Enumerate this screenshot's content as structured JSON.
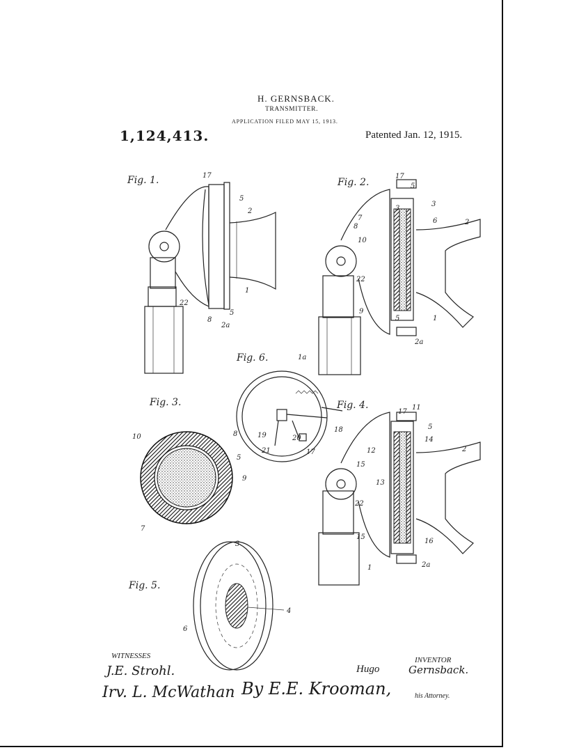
{
  "header": {
    "inventor": "H. GERNSBACK.",
    "title": "TRANSMITTER.",
    "filed": "APPLICATION FILED MAY 15, 1913.",
    "patent_number": "1,124,413.",
    "patented": "Patented Jan. 12, 1915."
  },
  "figures": {
    "fig1": {
      "label": "Fig. 1.",
      "refs": [
        "17",
        "5",
        "2",
        "1",
        "22",
        "8",
        "5",
        "2a"
      ]
    },
    "fig2": {
      "label": "Fig. 2.",
      "refs": [
        "17",
        "5",
        "3",
        "3",
        "6",
        "2",
        "7",
        "8",
        "10",
        "22",
        "9",
        "5",
        "1",
        "2a"
      ]
    },
    "fig3": {
      "label": "Fig. 3.",
      "refs": [
        "10",
        "8",
        "5",
        "9",
        "7"
      ]
    },
    "fig4": {
      "label": "Fig. 4.",
      "refs": [
        "17",
        "11",
        "5",
        "14",
        "2",
        "12",
        "15",
        "13",
        "22",
        "15",
        "16",
        "1",
        "2a"
      ]
    },
    "fig5": {
      "label": "Fig. 5.",
      "refs": [
        "3",
        "4",
        "6"
      ]
    },
    "fig6": {
      "label": "Fig. 6.",
      "refs": [
        "1a",
        "18",
        "19",
        "20",
        "21",
        "17"
      ]
    }
  },
  "footer": {
    "witnesses_label": "WITNESSES",
    "witness1": "J.E. Strohl.",
    "witness2": "Irv. L. McWathan",
    "inventor_label": "INVENTOR",
    "inventor_first": "Hugo",
    "inventor_last": "Gernsback.",
    "attorney_sig": "By E.E. Krooman,",
    "attorney_label": "his Attorney."
  }
}
